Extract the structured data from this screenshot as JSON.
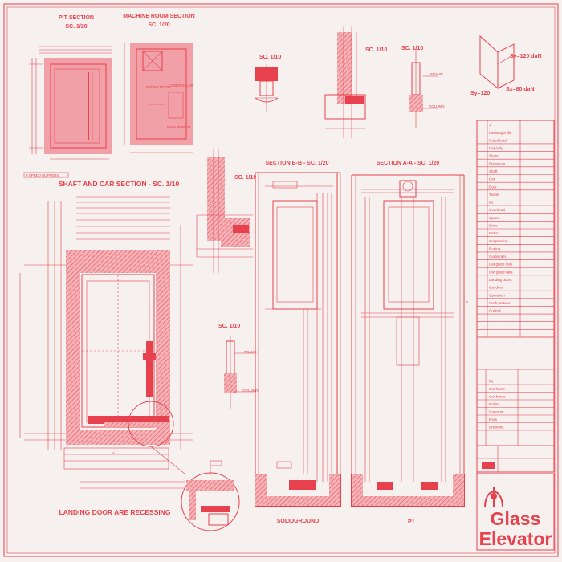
{
  "colors": {
    "ink": "#e8414e",
    "paper": "#f6f1ee",
    "hatch": "#f0a0a6"
  },
  "labels": {
    "pit_section": "PIT SECTION",
    "pit_scale": "SC. 1/20",
    "machine_room": "MACHINE ROOM SECTION",
    "machine_scale": "SC. 1/20",
    "sc110_a": "SC. 1/10",
    "sc110_b": "SC. 1/10",
    "sc110_c": "SC. 1/10",
    "sc110_d": "SC. 1/10",
    "sc110_e": "SC. 1/10",
    "shaft_car": "SHAFT AND CAR SECTION - SC. 1/10",
    "section_bb": "SECTION B-B - SC. 1/20",
    "section_aa": "SECTION A-A - SC. 1/20",
    "landing_door": "LANDING DOOR ARE RECESSING",
    "solidground": "SOLIDGROUND",
    "force_sy120": "Sy=120 daN",
    "force_sy_short": "Sy=120",
    "force_sx": "Sx=80 daN",
    "marker_a": "A",
    "marker_b": "B",
    "marker_p1": "P1",
    "marker_l": "L"
  },
  "spec_rows": [
    "1",
    "Passenger lift",
    "Rated load",
    "Capacity",
    "Stops",
    "Entrances",
    "Shaft",
    "Car",
    "Door",
    "Travel",
    "Pit",
    "Overhead",
    "Speed",
    "Drive",
    "Motor",
    "Suspension",
    "Roping",
    "Guide rails",
    "Car guide rails",
    "Cwt guide rails",
    "Landing doors",
    "Car door",
    "Operation",
    "Push buttons",
    "Control",
    "",
    "",
    ""
  ],
  "lower_rows": [
    "",
    "Pit",
    "Car frame",
    "Cwt frame",
    "Buffer",
    "Governor",
    "Rails",
    "Brackets",
    "",
    ""
  ],
  "brand": {
    "line1": "Glass",
    "line2": "Elevator"
  }
}
